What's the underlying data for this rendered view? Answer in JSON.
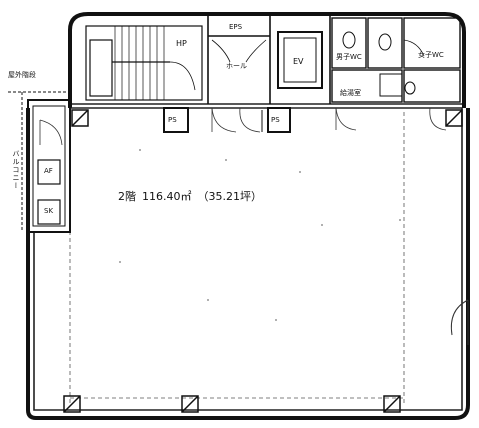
{
  "floor": {
    "floor_name": "2階",
    "area_sqm": "116.40㎡",
    "area_tsubo": "（35.21坪）"
  },
  "rooms": {
    "stair_label": "HP",
    "eps_label": "EPS",
    "hall_label": "ホール",
    "ev_label": "EV",
    "ps_left": "PS",
    "ps_right": "PS",
    "mwc_label": "男子WC",
    "wwc_label": "女子WC",
    "kitchen_label": "給湯室",
    "left_top_label": "屋外階段",
    "left_side_label": "バルコニー",
    "left_box1": "AF",
    "left_box2": "SK"
  },
  "colors": {
    "wall": "#111111",
    "thin_line": "#333333",
    "dash_line": "#555555",
    "background": "#ffffff"
  }
}
